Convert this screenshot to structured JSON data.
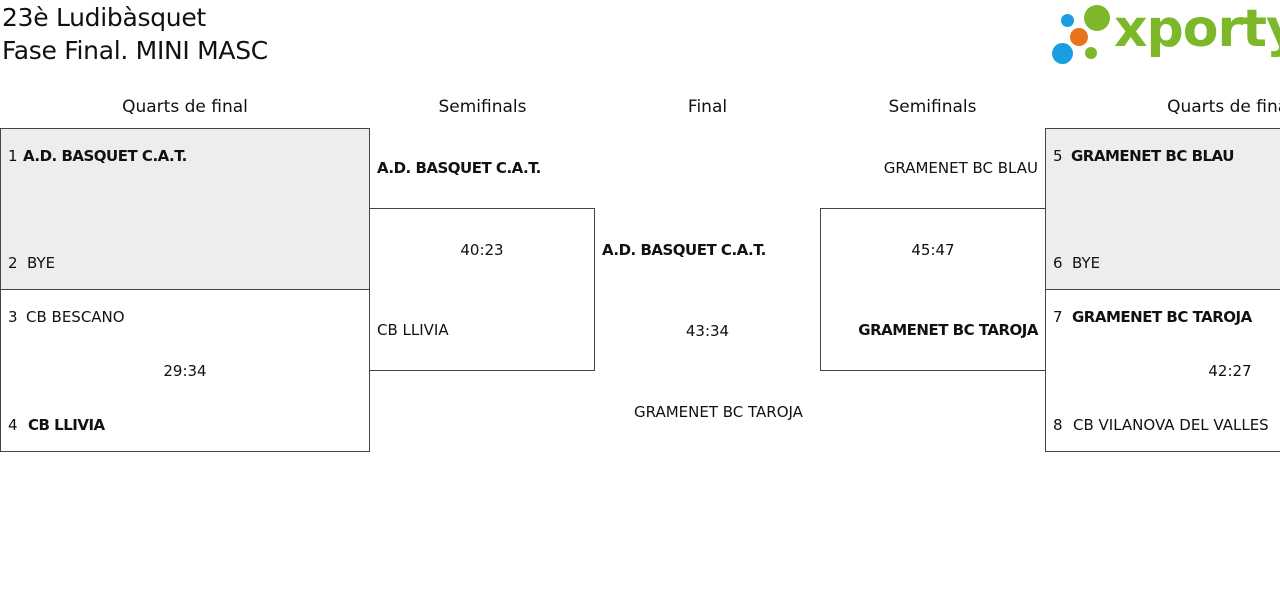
{
  "header": {
    "title": "23è Ludibàsquet",
    "subtitle": "Fase Final. MINI MASC"
  },
  "logo": {
    "text": "xporty",
    "colors": {
      "green": "#7cb829",
      "blue": "#1b9de2",
      "orange": "#e8731a"
    }
  },
  "rounds": {
    "left_quarter": "Quarts de final",
    "left_semi": "Semifinals",
    "final": "Final",
    "right_semi": "Semifinals",
    "right_quarter": "Quarts de final"
  },
  "left_quarters": [
    {
      "seed_a": "1",
      "team_a": "A.D. BASQUET C.A.T.",
      "seed_b": "2",
      "team_b": "BYE",
      "score": ""
    },
    {
      "seed_a": "3",
      "team_a": "CB BESCANO",
      "seed_b": "4",
      "team_b": "CB LLIVIA",
      "score": "29:34"
    }
  ],
  "right_quarters": [
    {
      "seed_a": "5",
      "team_a": "GRAMENET BC BLAU",
      "seed_b": "6",
      "team_b": "BYE",
      "score": ""
    },
    {
      "seed_a": "7",
      "team_a": "GRAMENET BC TAROJA",
      "seed_b": "8",
      "team_b": "CB VILANOVA DEL VALLES",
      "score": "42:27"
    }
  ],
  "left_semi": {
    "team_a": "A.D. BASQUET C.A.T.",
    "team_b": "CB LLIVIA",
    "score": "40:23"
  },
  "right_semi": {
    "team_a": "GRAMENET BC BLAU",
    "team_b": "GRAMENET BC TAROJA",
    "score": "45:47"
  },
  "final": {
    "team_a": "A.D. BASQUET C.A.T.",
    "team_b": "GRAMENET BC TAROJA",
    "score": "43:34"
  }
}
